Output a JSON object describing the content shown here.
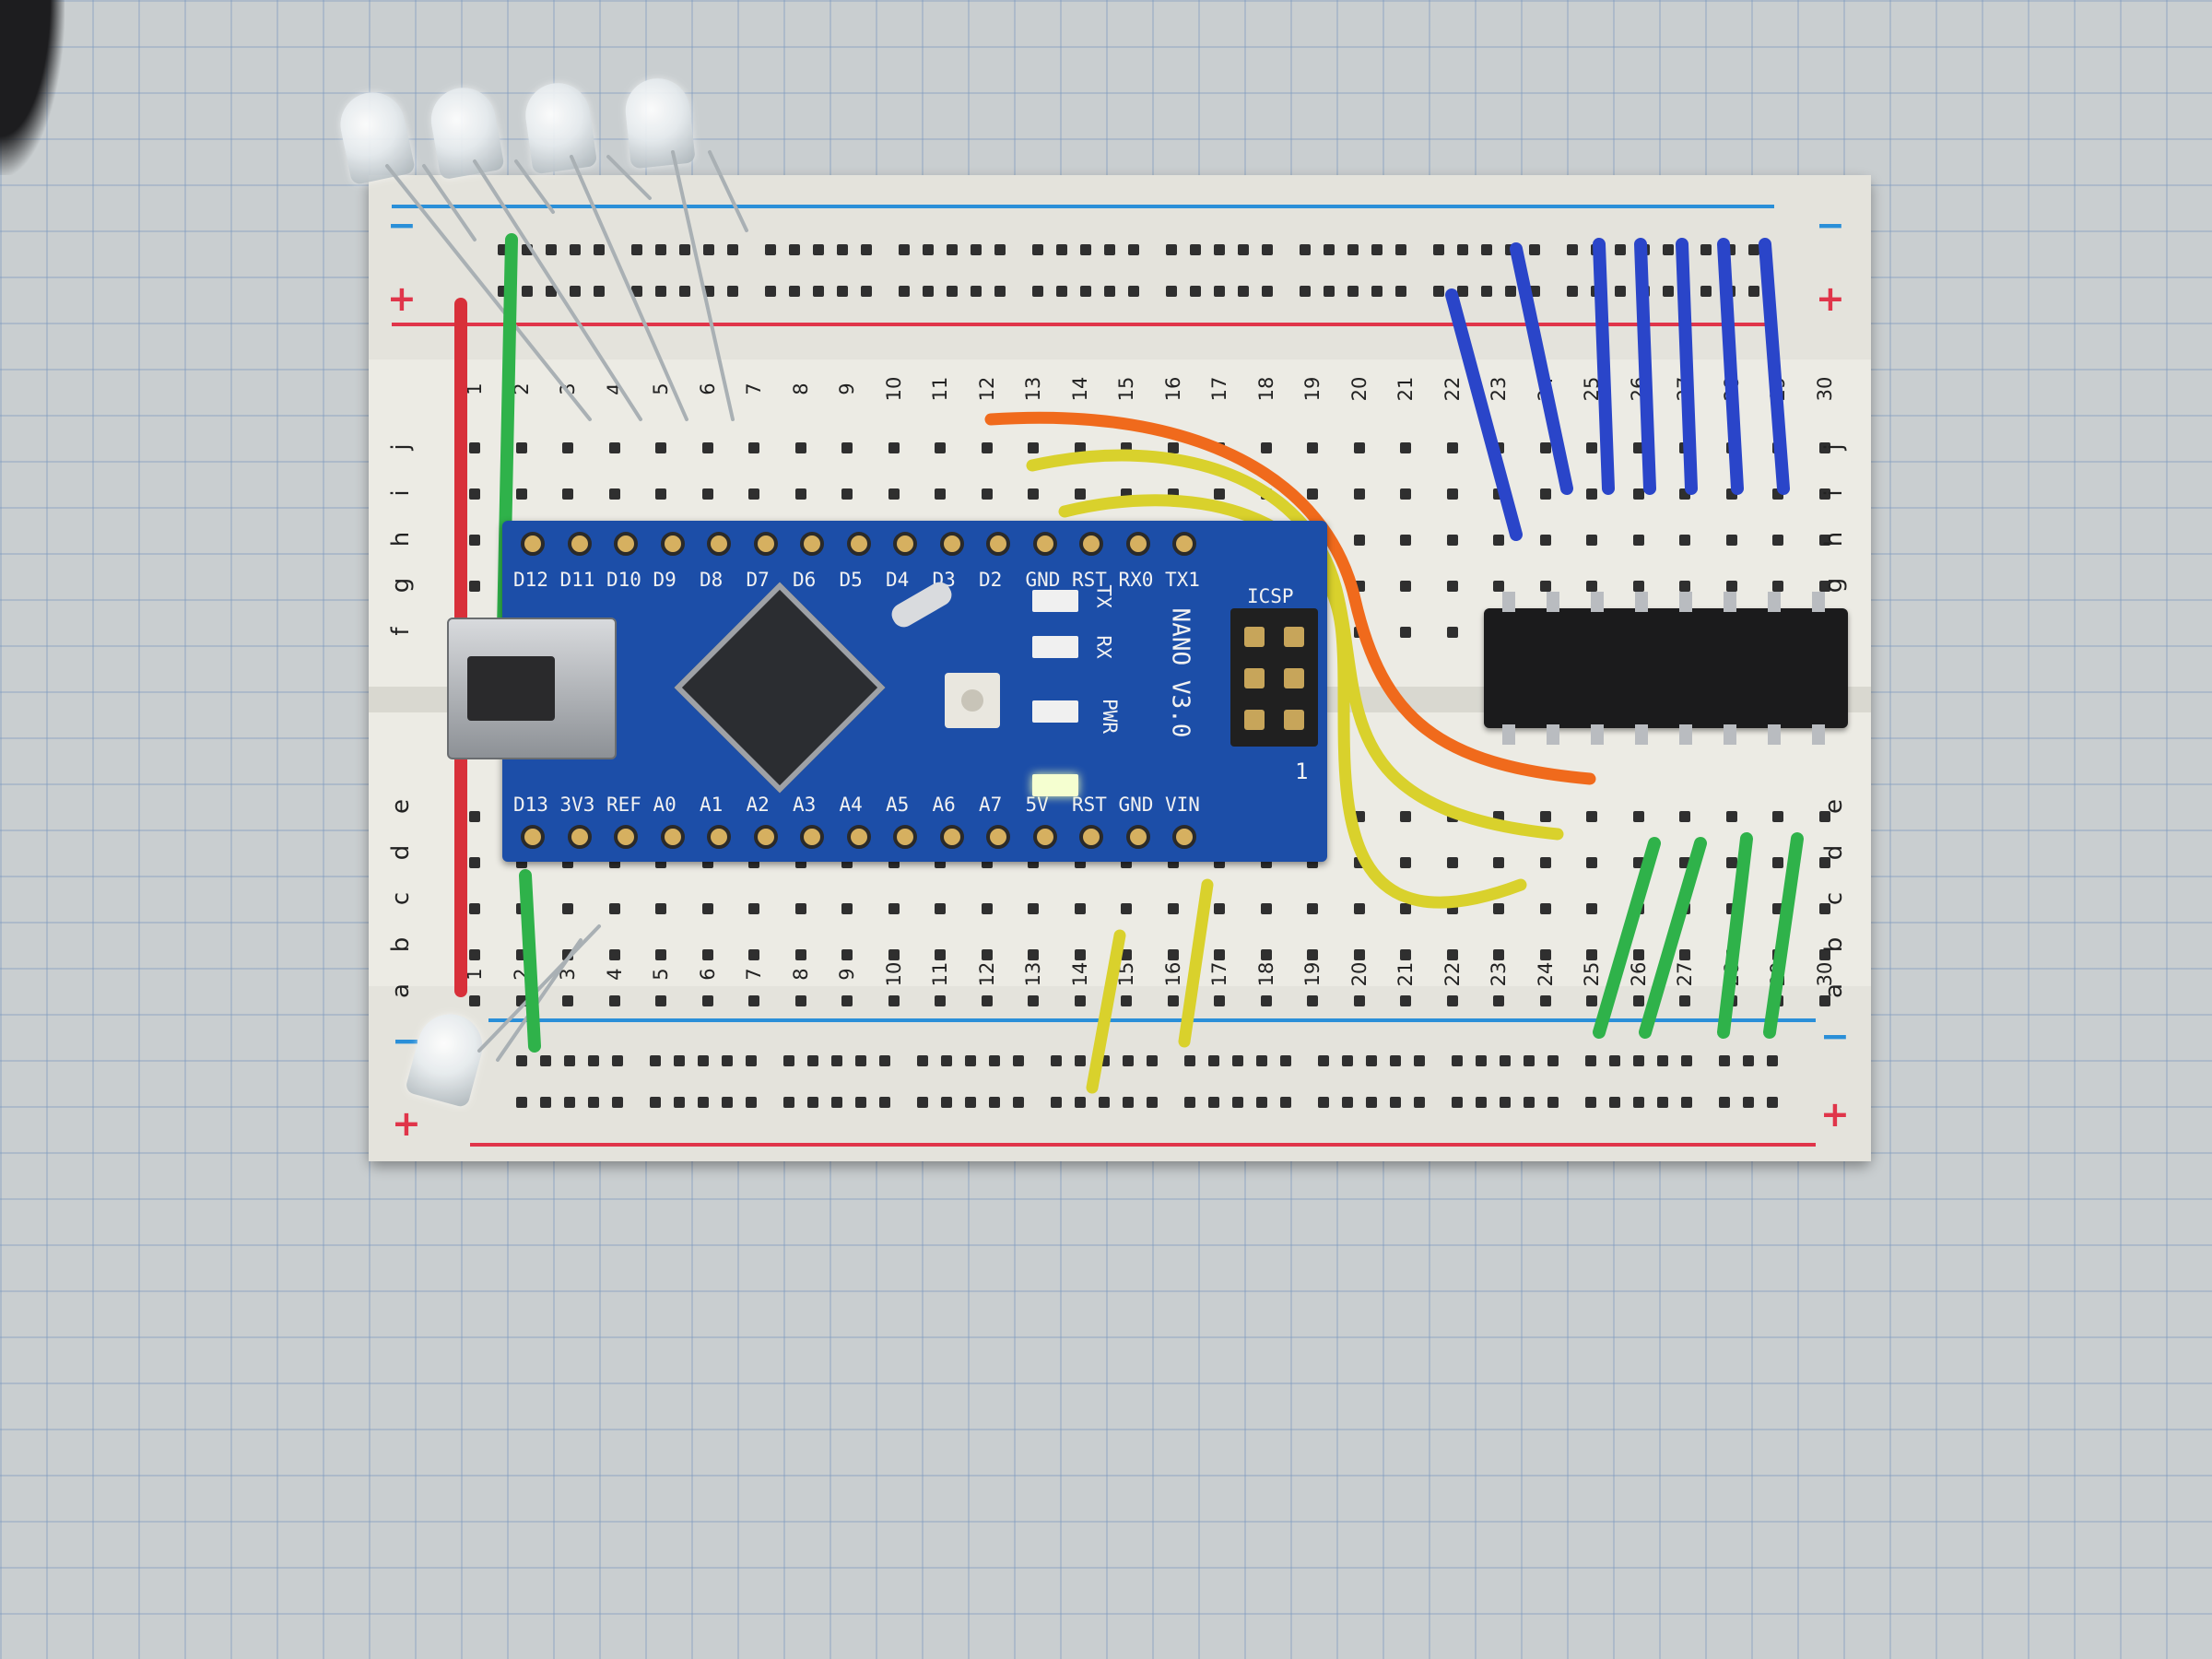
{
  "board": {
    "rail_minus": "−",
    "rail_plus": "+",
    "columns": [
      "1",
      "2",
      "3",
      "4",
      "5",
      "6",
      "7",
      "8",
      "9",
      "10",
      "11",
      "12",
      "13",
      "14",
      "15",
      "16",
      "17",
      "18",
      "19",
      "20",
      "21",
      "22",
      "23",
      "24",
      "25",
      "26",
      "27",
      "28",
      "29",
      "30"
    ],
    "rows_top": [
      "j",
      "i",
      "h",
      "g",
      "f"
    ],
    "rows_bottom": [
      "e",
      "d",
      "c",
      "b",
      "a"
    ]
  },
  "nano": {
    "top_pins": [
      "D12",
      "D11",
      "D10",
      "D9",
      "D8",
      "D7",
      "D6",
      "D5",
      "D4",
      "D3",
      "D2",
      "GND",
      "RST",
      "RX0",
      "TX1"
    ],
    "bottom_pins": [
      "D13",
      "3V3",
      "REF",
      "A0",
      "A1",
      "A2",
      "A3",
      "A4",
      "A5",
      "A6",
      "A7",
      "5V",
      "RST",
      "GND",
      "VIN"
    ],
    "model_text": "NANO V3.0",
    "icsp_text": "ICSP",
    "led_tx": "TX",
    "led_rx": "RX",
    "led_pwr": "PWR",
    "pin1_mark": "1"
  },
  "colors": {
    "wire_red": "#d8303a",
    "wire_green": "#2fb24a",
    "wire_blue": "#2a45c9",
    "wire_yellow": "#d9d12c",
    "wire_orange": "#f06a1c",
    "rail_red": "#e0354a",
    "rail_blue": "#2a8fd8",
    "nano_pcb": "#1c4ea8"
  }
}
